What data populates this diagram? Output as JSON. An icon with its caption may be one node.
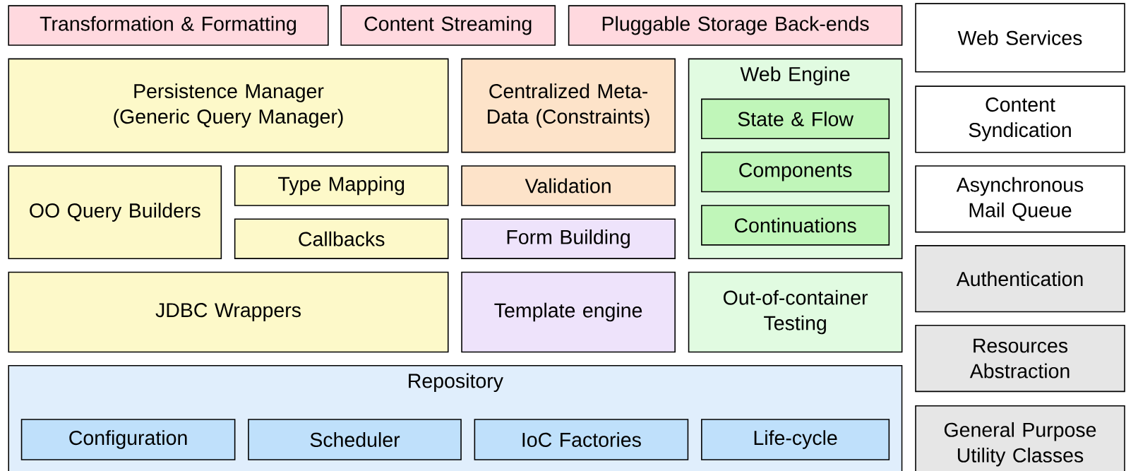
{
  "diagram": {
    "nodes": [
      {
        "text": [
          "Transformation & Formatting"
        ]
      },
      {
        "text": [
          "Content Streaming"
        ]
      },
      {
        "text": [
          "Pluggable Storage Back-ends"
        ]
      },
      {
        "text": [
          "Web Services"
        ]
      },
      {
        "text": [
          "Persistence Manager (Generic Query Manager)"
        ]
      },
      {
        "text": [
          "Centralized Meta-Data (Constraints)"
        ]
      },
      {
        "text": [
          "Web Engine"
        ]
      },
      {
        "text": [
          "State & Flow"
        ],
        "in": 6
      },
      {
        "text": [
          "Components"
        ],
        "in": 6
      },
      {
        "text": [
          "Continuations"
        ],
        "in": 6
      },
      {
        "text": [
          "Content Syndication"
        ]
      },
      {
        "text": [
          "OO Query Builders"
        ]
      },
      {
        "text": [
          "Type Mapping"
        ]
      },
      {
        "text": [
          "Validation"
        ]
      },
      {
        "text": [
          "Asynchronous Mail Queue"
        ]
      },
      {
        "text": [
          "Callbacks"
        ]
      },
      {
        "text": [
          "Form Building"
        ]
      },
      {
        "text": [
          "Authentication"
        ]
      },
      {
        "text": [
          "JDBC Wrappers"
        ]
      },
      {
        "text": [
          "Template engine"
        ]
      },
      {
        "text": [
          "Out-of-container Testing"
        ]
      },
      {
        "text": [
          "Resources Abstraction"
        ]
      },
      {
        "text": [
          "Repository"
        ]
      },
      {
        "text": [
          "Configuration"
        ],
        "in": 22
      },
      {
        "text": [
          "Scheduler"
        ],
        "in": 22
      },
      {
        "text": [
          "IoC Factories"
        ],
        "in": 22
      },
      {
        "text": [
          "Life-cycle"
        ],
        "in": 22
      },
      {
        "text": [
          "General Purpose Utility Classes"
        ]
      }
    ]
  }
}
